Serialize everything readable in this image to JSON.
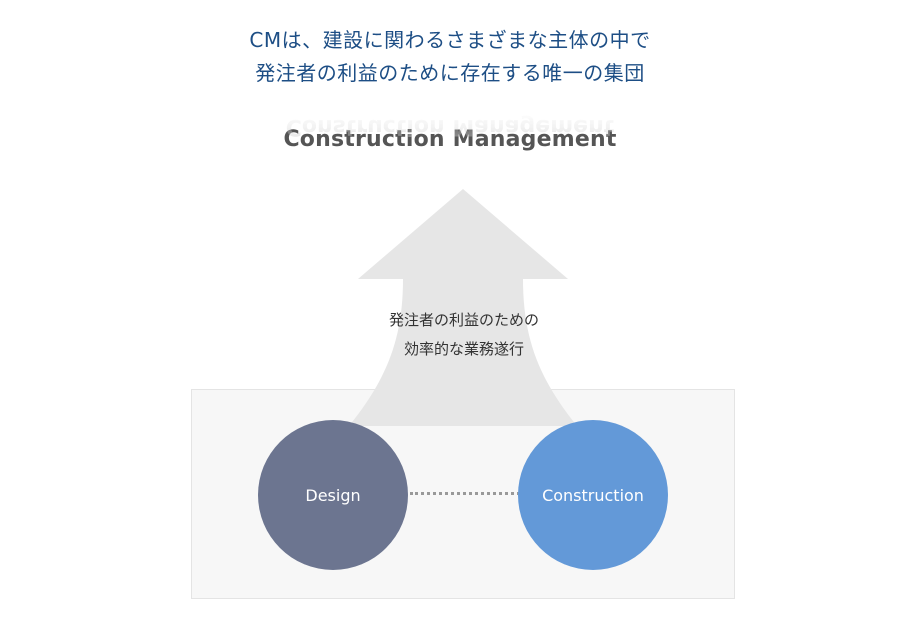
{
  "headline": {
    "line1": "CMは、建設に関わるさまざまな主体の中で",
    "line2": "発注者の利益のために存在する唯一の集団"
  },
  "cm_title": "Construction Management",
  "middle_text": {
    "line1": "発注者の利益のための",
    "line2": "効率的な業務遂行"
  },
  "nodes": {
    "design": {
      "label": "Design",
      "color": "#6c7590"
    },
    "construction": {
      "label": "Construction",
      "color": "#6399d8"
    }
  },
  "colors": {
    "headline": "#1d4e85",
    "arrow": "#e6e6e6",
    "panel": "#f7f7f7"
  }
}
